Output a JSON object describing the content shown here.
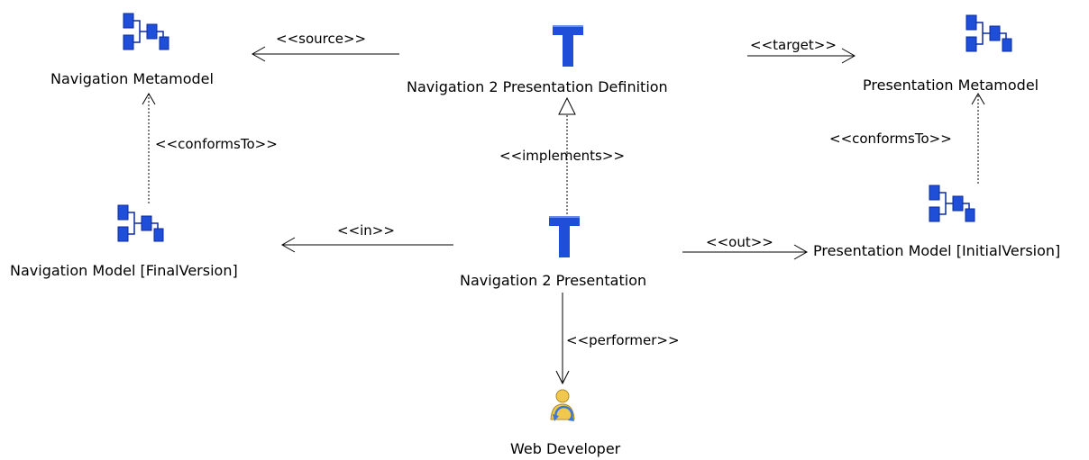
{
  "diagram": {
    "nodes": {
      "navigation_metamodel": {
        "label": "Navigation Metamodel",
        "icon": "metamodel-icon"
      },
      "nav2pres_definition": {
        "label": "Navigation 2 Presentation Definition",
        "icon": "transformation-definition-icon"
      },
      "presentation_metamodel": {
        "label": "Presentation Metamodel",
        "icon": "metamodel-icon"
      },
      "navigation_model": {
        "label": "Navigation Model [FinalVersion]",
        "icon": "model-icon"
      },
      "nav2pres": {
        "label": "Navigation 2 Presentation",
        "icon": "transformation-icon"
      },
      "presentation_model": {
        "label": "Presentation Model [InitialVersion]",
        "icon": "model-icon"
      },
      "web_developer": {
        "label": "Web Developer",
        "icon": "role-icon"
      }
    },
    "edges": {
      "source": "<<source>>",
      "target": "<<target>>",
      "conforms_nav": "<<conformsTo>>",
      "conforms_pres": "<<conformsTo>>",
      "implements": "<<implements>>",
      "in": "<<in>>",
      "out": "<<out>>",
      "performer": "<<performer>>"
    },
    "colors": {
      "icon_blue": "#1f4fd8",
      "icon_dark": "#0a2aa0",
      "line": "#000000",
      "role_yellow": "#f0c850",
      "role_cycle": "#3a7ad6"
    }
  }
}
